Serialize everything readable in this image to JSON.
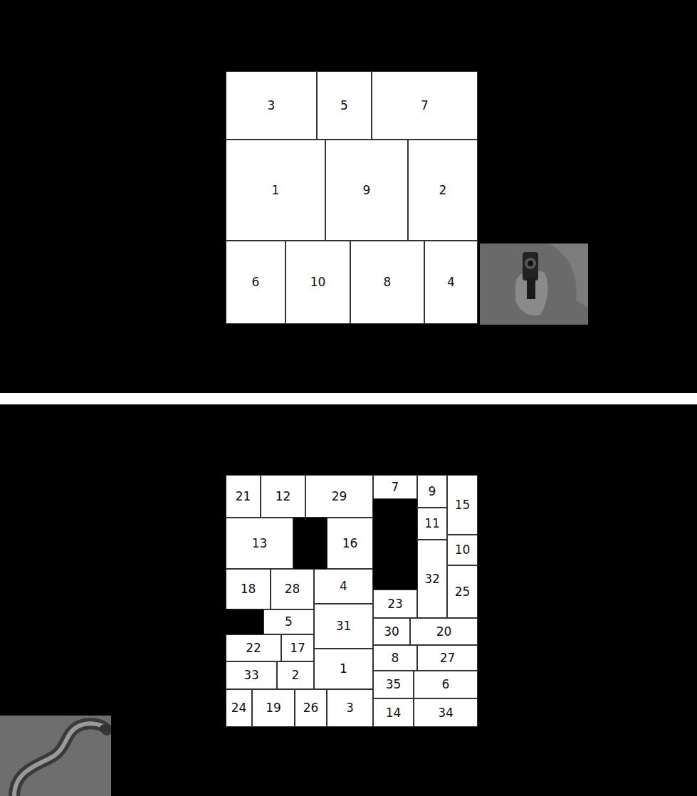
{
  "diagram": {
    "nodes": [
      {
        "text": [
          "3"
        ]
      },
      {
        "text": [
          "5"
        ]
      },
      {
        "text": [
          "7"
        ]
      },
      {
        "text": [
          "1"
        ]
      },
      {
        "text": [
          "9"
        ]
      },
      {
        "text": [
          "2"
        ]
      },
      {
        "text": [
          "6"
        ]
      },
      {
        "text": [
          "10"
        ]
      },
      {
        "text": [
          "8"
        ]
      },
      {
        "text": [
          "4"
        ]
      },
      {
        "text": [
          "21"
        ]
      },
      {
        "text": [
          "12"
        ]
      },
      {
        "text": [
          "29"
        ]
      },
      {
        "text": [
          "7"
        ]
      },
      {
        "text": [
          "9"
        ]
      },
      {
        "text": [
          "15"
        ]
      },
      {
        "text": [
          "11"
        ]
      },
      {
        "text": [
          "13"
        ]
      },
      {
        "text": [
          "16"
        ]
      },
      {
        "text": [
          "10"
        ]
      },
      {
        "text": [
          "32"
        ]
      },
      {
        "text": [
          "25"
        ]
      },
      {
        "text": [
          "18"
        ]
      },
      {
        "text": [
          "28"
        ]
      },
      {
        "text": [
          "4"
        ]
      },
      {
        "text": [
          "23"
        ]
      },
      {
        "text": [
          "31"
        ]
      },
      {
        "text": [
          "5"
        ]
      },
      {
        "text": [
          "30"
        ]
      },
      {
        "text": [
          "20"
        ]
      },
      {
        "text": [
          "22"
        ]
      },
      {
        "text": [
          "17"
        ]
      },
      {
        "text": [
          "8"
        ]
      },
      {
        "text": [
          "27"
        ]
      },
      {
        "text": [
          "1"
        ]
      },
      {
        "text": [
          "33"
        ]
      },
      {
        "text": [
          "2"
        ]
      },
      {
        "text": [
          "35"
        ]
      },
      {
        "text": [
          "6"
        ]
      },
      {
        "text": [
          "24"
        ]
      },
      {
        "text": [
          "19"
        ]
      },
      {
        "text": [
          "26"
        ]
      },
      {
        "text": [
          "3"
        ]
      },
      {
        "text": [
          "14"
        ]
      },
      {
        "text": [
          "34"
        ]
      }
    ]
  }
}
